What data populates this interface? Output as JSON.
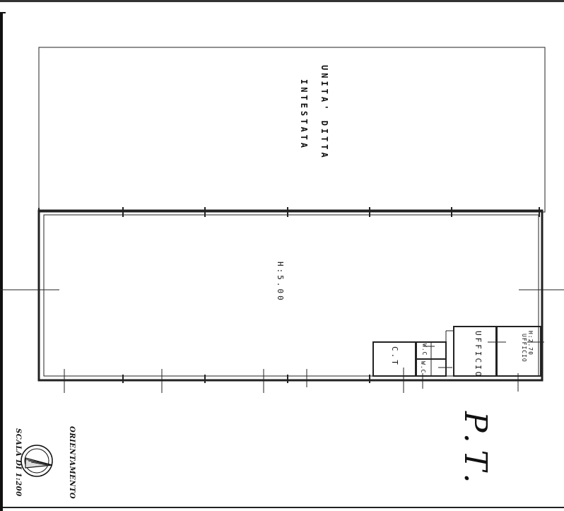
{
  "plan": {
    "unit_label_line1": "UNITA' DITTA",
    "unit_label_line2": "INTESTATA",
    "main_height": "H:5.00",
    "office_height": "H:2.70",
    "office1": "UFFICIO",
    "office2": "UFFICIO",
    "ct": "C.T",
    "wc1": "W.C",
    "wc2": "W.C",
    "floor_title": "P.T."
  },
  "legend": {
    "orientation": "ORIENTAMENTO",
    "scale": "SCALA DI 1:200"
  }
}
